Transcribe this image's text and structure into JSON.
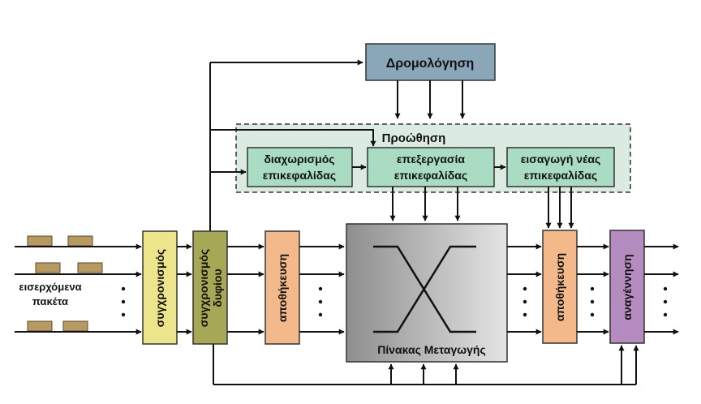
{
  "routing": {
    "label": "Δρομολόγηση"
  },
  "forwarding": {
    "label": "Προώθηση",
    "header_split": {
      "line1": "διαχωρισμός",
      "line2": "επικεφαλίδας"
    },
    "header_processing": {
      "line1": "επεξεργασία",
      "line2": "επικεφαλίδας"
    },
    "header_insert": {
      "line1": "εισαγωγή νέας",
      "line2": "επικεφαλίδας"
    }
  },
  "incoming_packets": {
    "line1": "εισερχόμενα",
    "line2": "πακέτα"
  },
  "sync": {
    "label": "συγχρονισμός"
  },
  "sync_duplex": {
    "line1": "συγχρονισμός",
    "line2": "δυφίου"
  },
  "storage_in": {
    "label": "αποθήκευση"
  },
  "storage_out": {
    "label": "αποθήκευση"
  },
  "regeneration": {
    "label": "αναγέννηση"
  },
  "switch_matrix": {
    "label": "Πίνακας Μεταγωγής"
  },
  "colors": {
    "routing_fill": "#8aa6b9",
    "forwarding_bg": "#dcebe2",
    "forwarding_box": "#a9dcc3",
    "sync_fill": "#ede58c",
    "sync_duplex_fill": "#a6a856",
    "storage_fill": "#f3b98a",
    "regeneration_fill": "#b48cbf",
    "packet_fill": "#b79a62"
  }
}
